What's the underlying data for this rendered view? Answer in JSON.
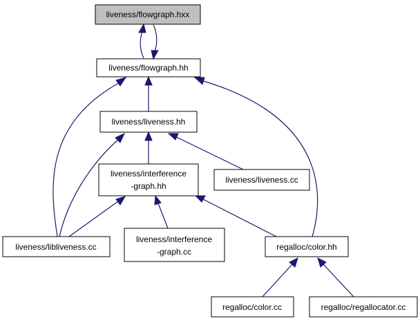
{
  "nodes": [
    {
      "id": "flowgraph_hxx",
      "name": "node-flowgraph-hxx",
      "lines": [
        "liveness/flowgraph.hxx"
      ],
      "current": true
    },
    {
      "id": "flowgraph_hh",
      "name": "node-flowgraph-hh",
      "lines": [
        "liveness/flowgraph.hh"
      ]
    },
    {
      "id": "liveness_hh",
      "name": "node-liveness-hh",
      "lines": [
        "liveness/liveness.hh"
      ]
    },
    {
      "id": "interference_hh",
      "name": "node-interference-graph-hh",
      "lines": [
        "liveness/interference",
        "-graph.hh"
      ]
    },
    {
      "id": "liveness_cc",
      "name": "node-liveness-cc",
      "lines": [
        "liveness/liveness.cc"
      ]
    },
    {
      "id": "libliveness_cc",
      "name": "node-libliveness-cc",
      "lines": [
        "liveness/libliveness.cc"
      ]
    },
    {
      "id": "interference_cc",
      "name": "node-interference-graph-cc",
      "lines": [
        "liveness/interference",
        "-graph.cc"
      ]
    },
    {
      "id": "color_hh",
      "name": "node-regalloc-color-hh",
      "lines": [
        "regalloc/color.hh"
      ]
    },
    {
      "id": "color_cc",
      "name": "node-regalloc-color-cc",
      "lines": [
        "regalloc/color.cc"
      ]
    },
    {
      "id": "regallocator_cc",
      "name": "node-regalloc-regallocator-cc",
      "lines": [
        "regalloc/regallocator.cc"
      ]
    }
  ]
}
